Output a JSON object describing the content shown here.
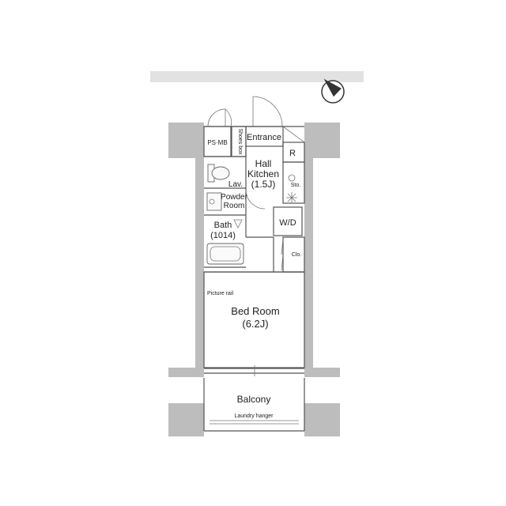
{
  "rooms": {
    "ps_mb": "PS·MB",
    "shoes_box": "Shoes box",
    "entrance": "Entrance",
    "refrigerator": "R",
    "hall_kitchen_line1": "Hall",
    "hall_kitchen_line2": "Kitchen",
    "hall_kitchen_size": "(1.5J)",
    "lavatory": "Lav.",
    "stove": "Sto.",
    "powder_room_line1": "Powder",
    "powder_room_line2": "Room",
    "washer_dryer": "W/D",
    "bath": "Bath",
    "bath_size": "(1014)",
    "closet": "Clo.",
    "picture_rail": "Picture rail",
    "bedroom": "Bed Room",
    "bedroom_size": "(6.2J)",
    "balcony": "Balcony",
    "laundry_hanger": "Laundry hanger"
  },
  "compass": {
    "icon": "north-arrow-icon"
  },
  "colors": {
    "wall": "#bdbdbd",
    "line": "#555555"
  }
}
